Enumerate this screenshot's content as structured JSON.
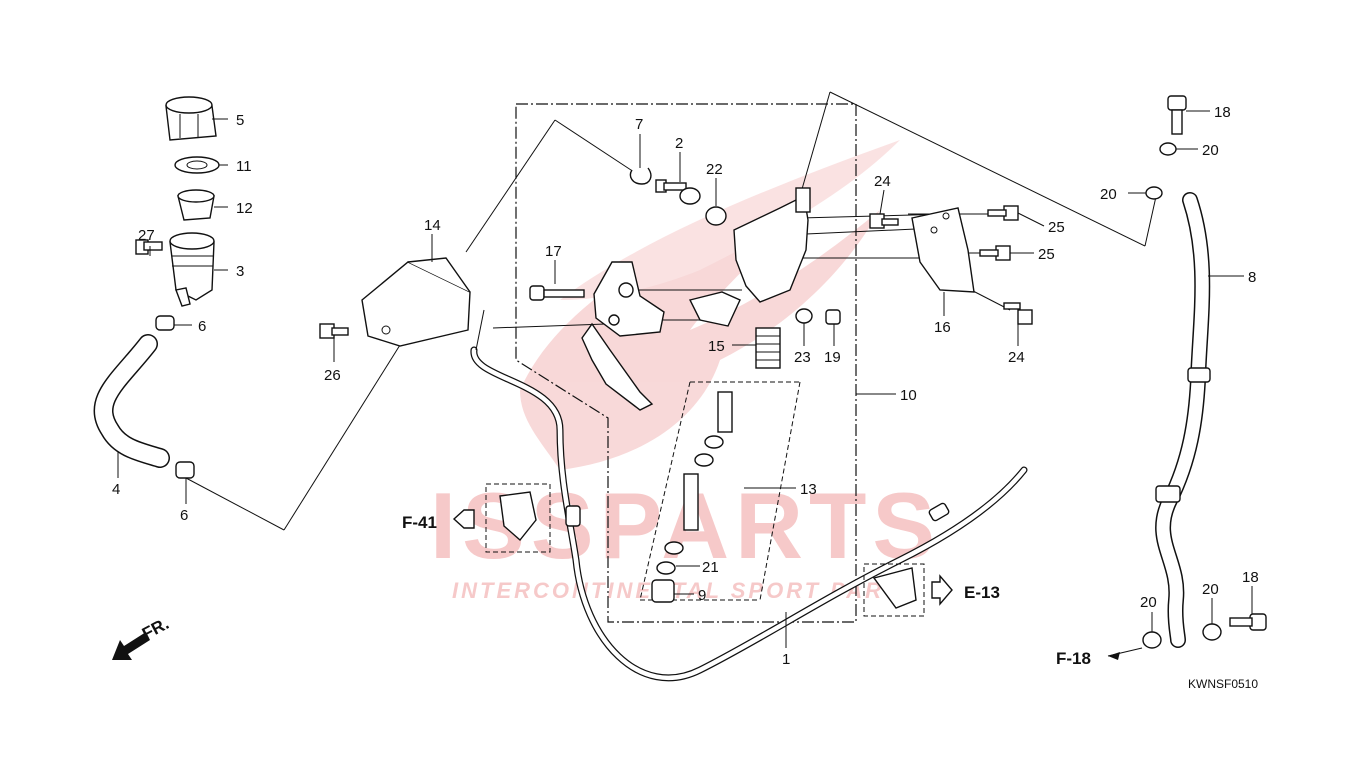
{
  "watermark": {
    "brand": "ISSPARTS",
    "tagline": "INTERCONTINENTAL SPORT PARTS"
  },
  "diagram_code": "KWNSF0510",
  "direction": {
    "label": "FR."
  },
  "references": [
    {
      "id": "f41",
      "label": "F-41"
    },
    {
      "id": "e13",
      "label": "E-13"
    },
    {
      "id": "f18",
      "label": "F-18"
    }
  ],
  "callouts": [
    {
      "id": "c5",
      "label": "5"
    },
    {
      "id": "c11",
      "label": "11"
    },
    {
      "id": "c12",
      "label": "12"
    },
    {
      "id": "c27",
      "label": "27"
    },
    {
      "id": "c3",
      "label": "3"
    },
    {
      "id": "c6a",
      "label": "6"
    },
    {
      "id": "c4",
      "label": "4"
    },
    {
      "id": "c6b",
      "label": "6"
    },
    {
      "id": "c14",
      "label": "14"
    },
    {
      "id": "c26",
      "label": "26"
    },
    {
      "id": "c7",
      "label": "7"
    },
    {
      "id": "c2",
      "label": "2"
    },
    {
      "id": "c22",
      "label": "22"
    },
    {
      "id": "c17",
      "label": "17"
    },
    {
      "id": "c15",
      "label": "15"
    },
    {
      "id": "c23",
      "label": "23"
    },
    {
      "id": "c19",
      "label": "19"
    },
    {
      "id": "c24a",
      "label": "24"
    },
    {
      "id": "c25a",
      "label": "25"
    },
    {
      "id": "c25b",
      "label": "25"
    },
    {
      "id": "c16",
      "label": "16"
    },
    {
      "id": "c24b",
      "label": "24"
    },
    {
      "id": "c10",
      "label": "10"
    },
    {
      "id": "c13",
      "label": "13"
    },
    {
      "id": "c21",
      "label": "21"
    },
    {
      "id": "c9",
      "label": "9"
    },
    {
      "id": "c1",
      "label": "1"
    },
    {
      "id": "c18a",
      "label": "18"
    },
    {
      "id": "c20a",
      "label": "20"
    },
    {
      "id": "c20b",
      "label": "20"
    },
    {
      "id": "c8",
      "label": "8"
    },
    {
      "id": "c20c",
      "label": "20"
    },
    {
      "id": "c20d",
      "label": "20"
    },
    {
      "id": "c18b",
      "label": "18"
    }
  ]
}
